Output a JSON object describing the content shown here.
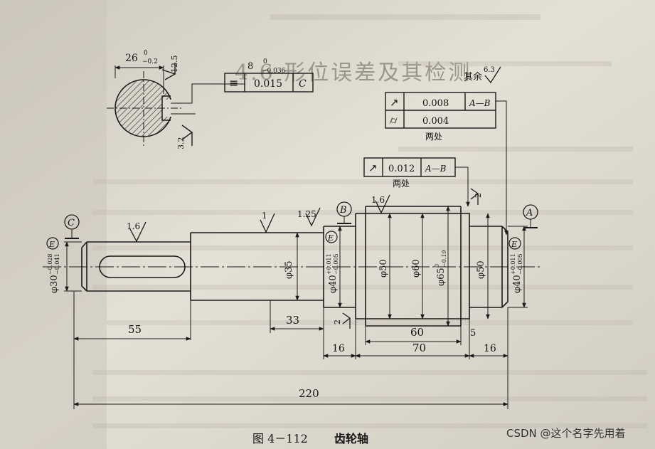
{
  "caption": {
    "figure": "图 4－112",
    "title": "齿轮轴"
  },
  "watermark": "CSDN @这个名字先用着",
  "section_heading": "4.6  形位误差及其检测",
  "roughness_rest": {
    "label": "其余",
    "value": "6.3"
  },
  "section_view": {
    "width": "26",
    "width_upper": "0",
    "width_lower": "−0.2",
    "key_width": "8",
    "key_upper": "0",
    "key_lower": "−0.036",
    "roughness_side": "12.5",
    "roughness_bottom": "3.2",
    "symmetry_fcf": {
      "symbol": "≡",
      "tolerance": "0.015",
      "datum": "C"
    }
  },
  "fcf_top": {
    "rows": [
      {
        "symbol": "↗",
        "tolerance": "0.008",
        "datum": "A—B"
      },
      {
        "symbol": "⌭",
        "tolerance": "0.004",
        "datum": ""
      }
    ],
    "note": "两处"
  },
  "fcf_mid": {
    "symbol": "↗",
    "tolerance": "0.012",
    "datum": "A—B",
    "note": "两处"
  },
  "datums": {
    "a": "A",
    "b": "B",
    "c": "C"
  },
  "envelope": "E",
  "roughness": {
    "r1": "1.6",
    "r2": "1",
    "r3": "1.25",
    "r4": "1.6",
    "r5": "2",
    "r6": "2"
  },
  "diameters": {
    "d30": "φ30",
    "d30_upper": "−0.028",
    "d30_lower": "−0.041",
    "d35": "φ35",
    "d40l": "φ40",
    "d40l_upper": "+0.011",
    "d40l_lower": "−0.005",
    "d50l": "φ50",
    "d60": "φ60",
    "d65": "φ65",
    "d65_upper": "0",
    "d65_lower": "−0.19",
    "d50r": "φ50",
    "d40r": "φ40",
    "d40r_upper": "+0.011",
    "d40r_lower": "−0.005"
  },
  "lengths": {
    "l55": "55",
    "l33": "33",
    "l16a": "16",
    "l60": "60",
    "l5": "5",
    "l70": "70",
    "l16b": "16",
    "l220": "220"
  }
}
